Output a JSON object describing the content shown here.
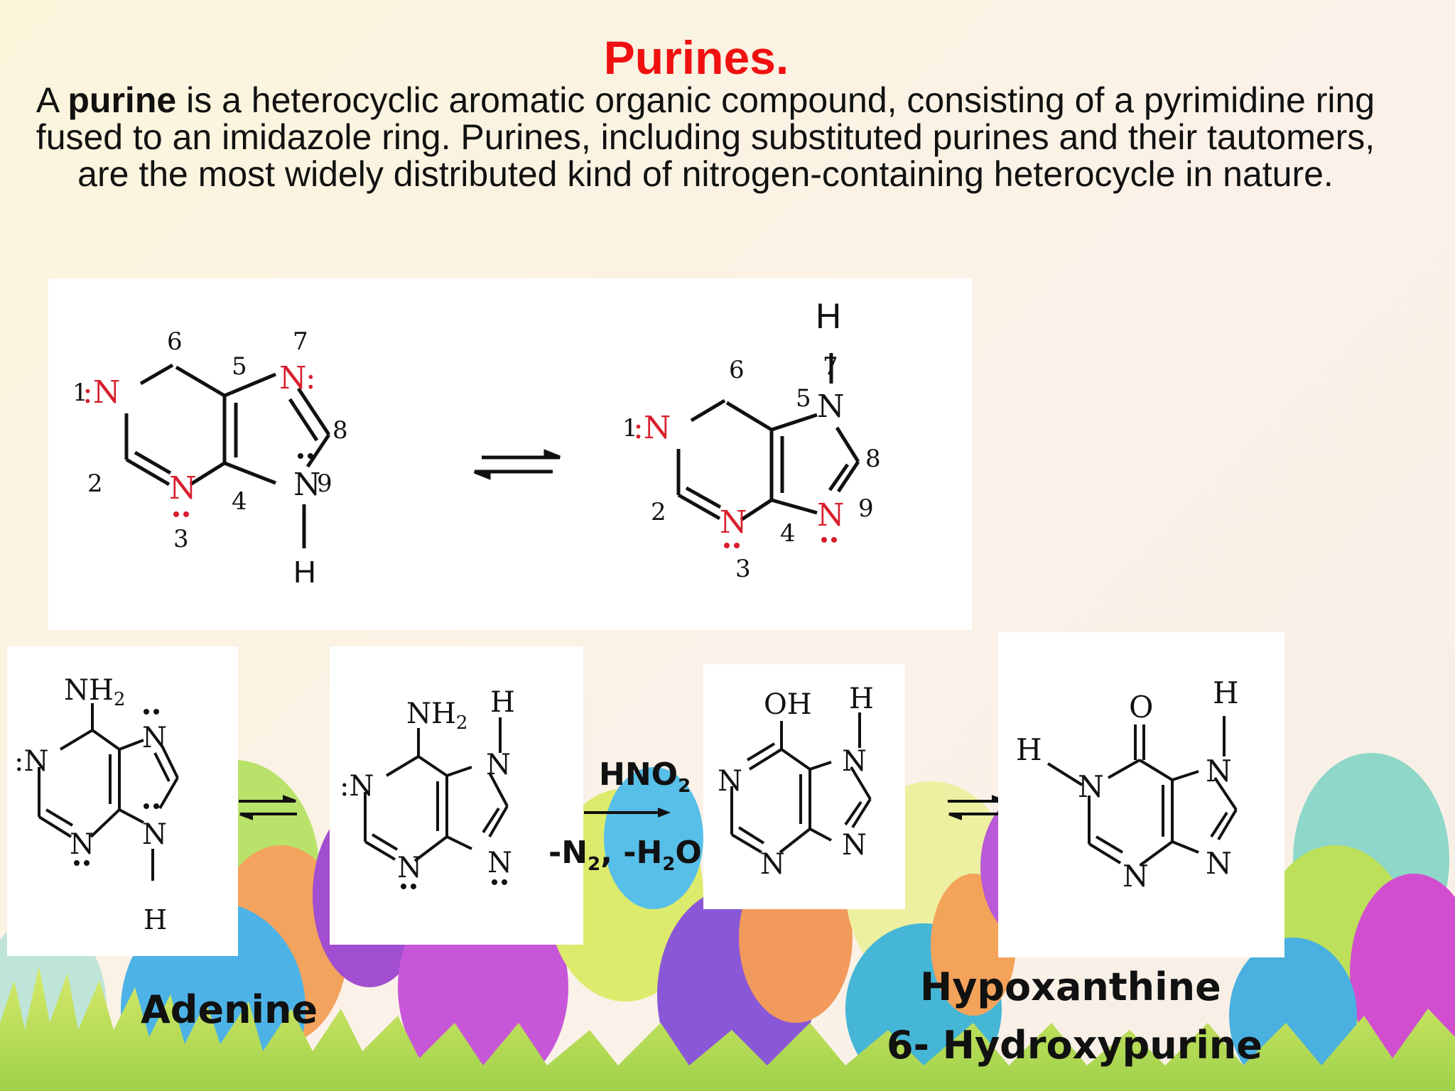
{
  "title": "Purines.",
  "intro": {
    "prefix": "A ",
    "bold": "purine",
    "rest": " is a heterocyclic aromatic organic compound, consisting of a pyrimidine ring fused to an imidazole ring. Purines, including substituted purines and their tautomers, are the most widely distributed kind of nitrogen-containing heterocycle in nature."
  },
  "structures": {
    "purine_9h": {
      "atoms": {
        "n1": ":N",
        "n3": "N",
        "n7": "N:",
        "n9": "N",
        "h9": "H"
      },
      "numbers": {
        "n1": "1",
        "c2": "2",
        "n3": "3",
        "c4": "4",
        "c5": "5",
        "c6": "6",
        "n7": "7",
        "c8": "8",
        "n9": "9"
      }
    },
    "purine_7h": {
      "atoms": {
        "n1": ":N",
        "n3": "N",
        "n7": "N",
        "n9": "N",
        "h7": "H"
      },
      "numbers": {
        "n1": "1",
        "c2": "2",
        "n3": "3",
        "c4": "4",
        "c5": "5",
        "c6": "6",
        "n7": "7",
        "c8": "8",
        "n9": "9"
      }
    },
    "adenine_9h": {
      "atoms": {
        "sub": "NH",
        "sub_idx": "2",
        "n1": ":N",
        "n3": "N",
        "n7": "N",
        "n9": "N",
        "h9": "H"
      }
    },
    "adenine_7h": {
      "atoms": {
        "sub": "NH",
        "sub_idx": "2",
        "n1": ":N",
        "n3": "N",
        "n7": "N",
        "n9": "N",
        "h7": "H"
      }
    },
    "hydroxypurine": {
      "atoms": {
        "sub": "OH",
        "n1": "N",
        "n3": "N",
        "n7": "N",
        "n9": "N",
        "h7": "H"
      }
    },
    "hypoxanthine": {
      "atoms": {
        "sub": "O",
        "n1": "N",
        "h1": "H",
        "n3": "N",
        "n7": "N",
        "n9": "N",
        "h7": "H"
      }
    }
  },
  "reagent": {
    "top": "HNO",
    "top_idx": "2",
    "bottom_a": "-N",
    "bottom_a_idx": "2",
    "bottom_b": ", -H",
    "bottom_b_idx": "2",
    "bottom_c": "O"
  },
  "captions": {
    "adenine": "Adenine",
    "hypoxanthine": "Hypoxanthine",
    "hydroxypurine": "6- Hydroxypurine"
  },
  "colors": {
    "title": "#f01010",
    "heteroatom_red": "#d81e2c"
  }
}
